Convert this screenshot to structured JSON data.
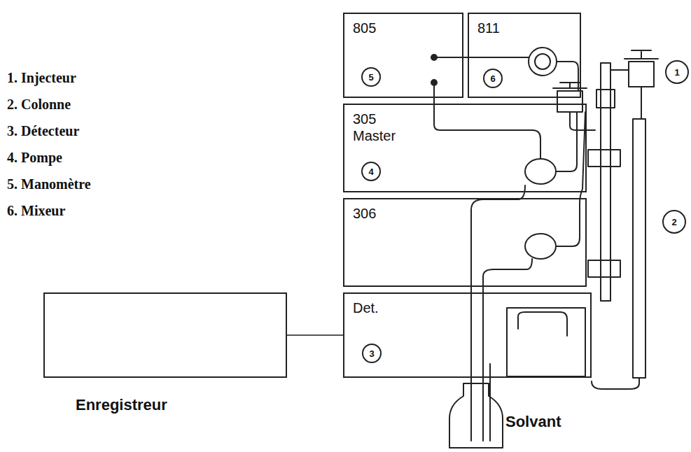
{
  "diagram": {
    "nodes": [
      {
        "text": [
          "805"
        ]
      },
      {
        "text": [
          "5"
        ],
        "in": 0
      },
      {
        "text": [
          "811"
        ]
      },
      {
        "text": [
          "6"
        ],
        "in": 2
      },
      {
        "text": [
          "1"
        ]
      },
      {
        "text": [
          "305 Master"
        ]
      },
      {
        "text": [
          "4"
        ],
        "in": 5
      },
      {
        "text": [
          "2"
        ]
      },
      {
        "text": [
          "306"
        ]
      },
      {
        "text": [
          "Enregistreur"
        ]
      },
      {
        "text": [
          "Det."
        ]
      },
      {
        "text": [
          "3"
        ],
        "in": 10
      }
    ],
    "edges": [
      {
        "from": 10,
        "to": 9,
        "arrow": "none"
      }
    ],
    "labels": [
      "1. Injecteur",
      "2. Colonne",
      "3. Détecteur",
      "4. Pompe",
      "5. Manomètre",
      "6. Mixeur",
      "Solvant"
    ]
  }
}
